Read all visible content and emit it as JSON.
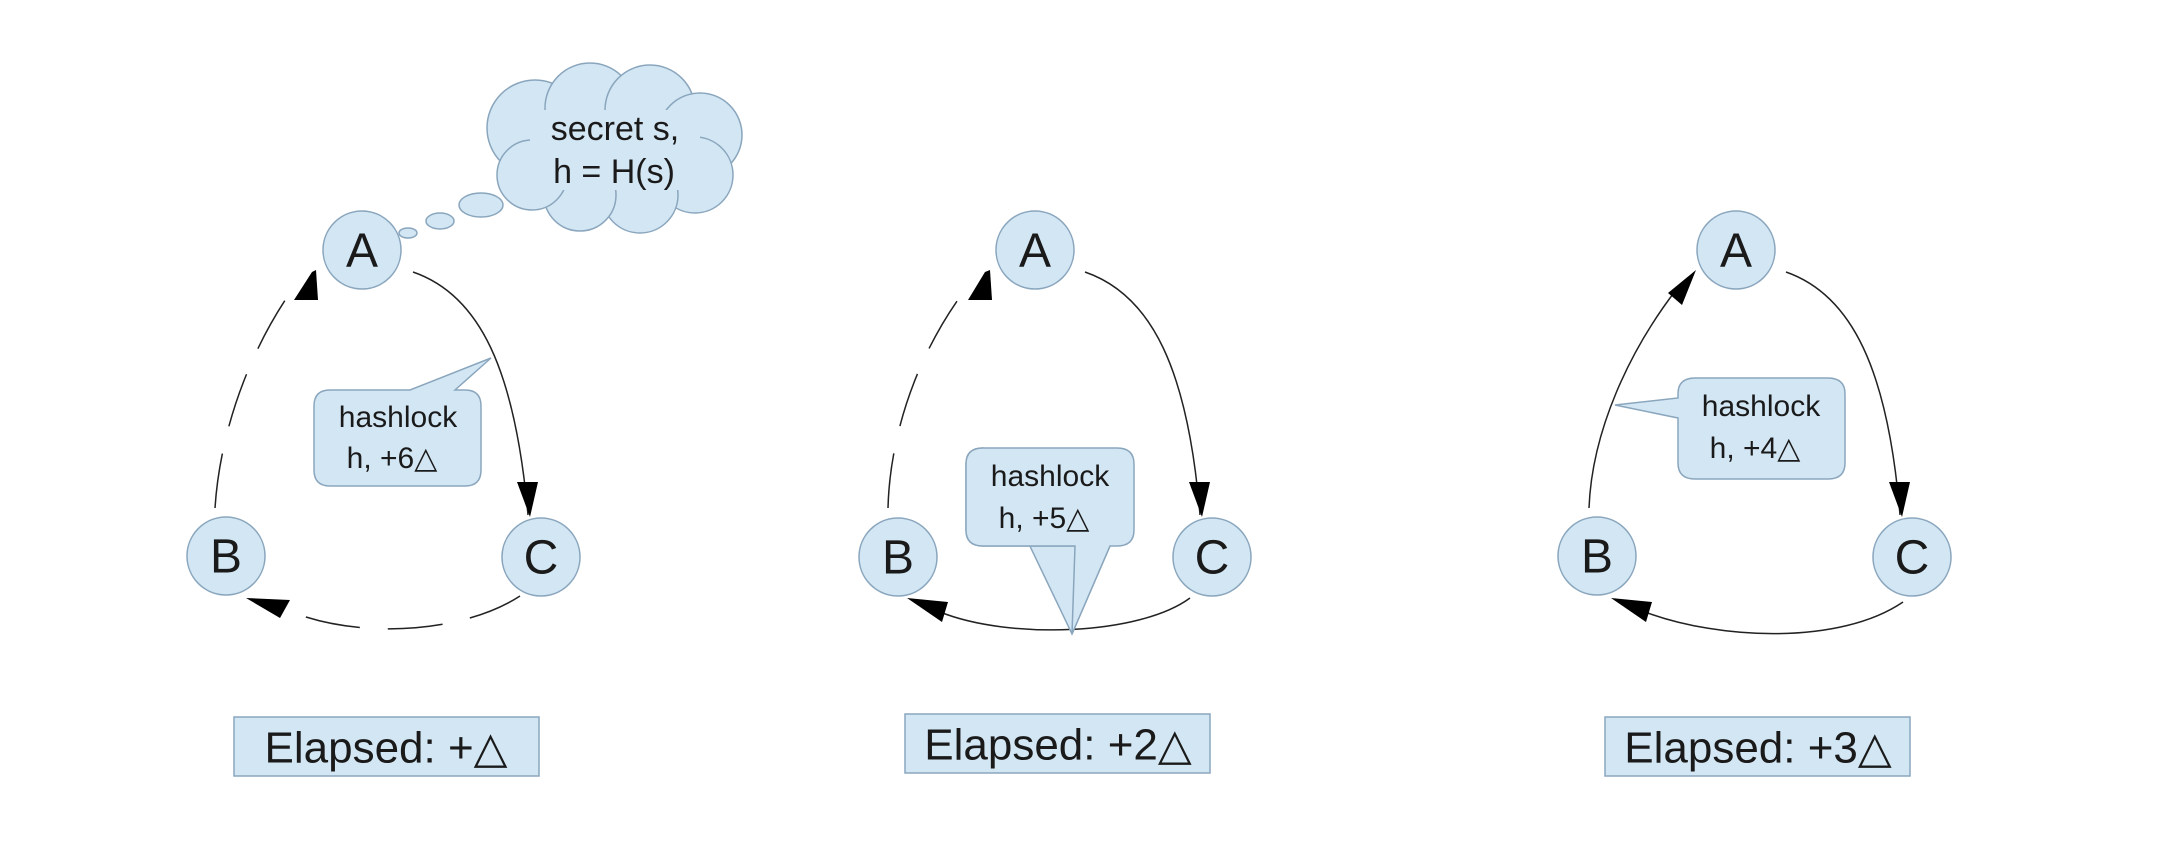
{
  "panels": [
    {
      "nodes": [
        "A",
        "B",
        "C"
      ],
      "hashlock": {
        "line1": "hashlock",
        "line2": "h, +6△"
      },
      "thought": {
        "line1": "secret s,",
        "line2": "h = H(s)"
      },
      "elapsed": "Elapsed: +△"
    },
    {
      "nodes": [
        "A",
        "B",
        "C"
      ],
      "hashlock": {
        "line1": "hashlock",
        "line2": "h, +5△"
      },
      "elapsed": "Elapsed: +2△"
    },
    {
      "nodes": [
        "A",
        "B",
        "C"
      ],
      "hashlock": {
        "line1": "hashlock",
        "line2": "h, +4△"
      },
      "elapsed": "Elapsed: +3△"
    }
  ],
  "colors": {
    "fill": "#d3e6f4",
    "stroke": "#8aa6bd",
    "arrow": "#000000"
  }
}
